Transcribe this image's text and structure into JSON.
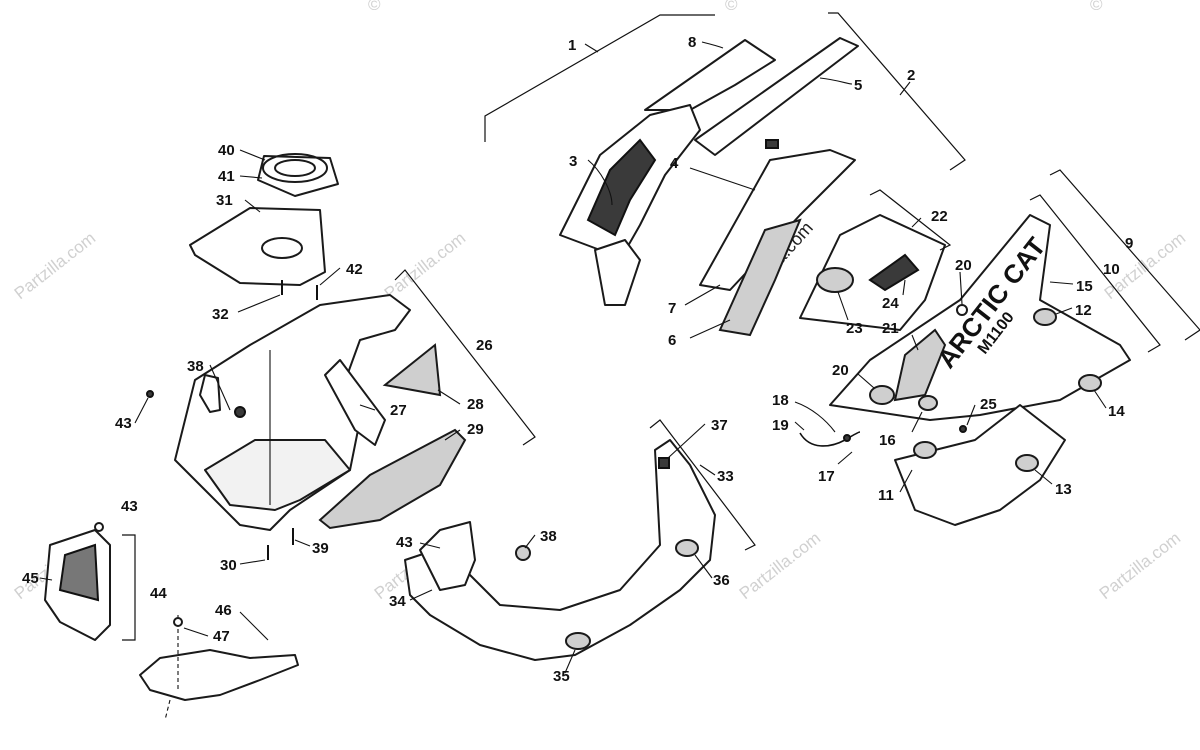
{
  "watermark": {
    "text": "Partzilla.com",
    "copyright": "©"
  },
  "decal": {
    "brand": "ARCTIC CAT",
    "model": "M1100"
  },
  "callouts": [
    "1",
    "2",
    "3",
    "4",
    "5",
    "6",
    "7",
    "8",
    "9",
    "10",
    "11",
    "12",
    "13",
    "14",
    "15",
    "16",
    "17",
    "18",
    "19",
    "20",
    "20",
    "21",
    "22",
    "23",
    "24",
    "25",
    "26",
    "27",
    "28",
    "29",
    "30",
    "31",
    "32",
    "33",
    "34",
    "35",
    "36",
    "37",
    "38",
    "38",
    "39",
    "40",
    "41",
    "42",
    "43",
    "43",
    "43",
    "44",
    "45",
    "46",
    "47"
  ]
}
